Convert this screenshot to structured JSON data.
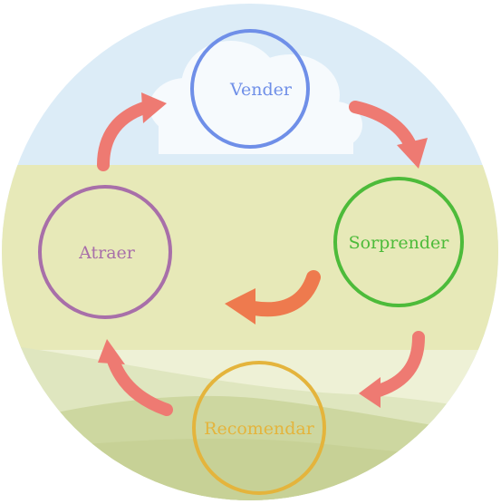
{
  "diagram": {
    "nodes": [
      {
        "id": "vender",
        "label": "Vender",
        "color": "#6f8fe8"
      },
      {
        "id": "sorprender",
        "label": "Sorprender",
        "color": "#4dbb3a"
      },
      {
        "id": "recomendar",
        "label": "Recomendar",
        "color": "#e4b43c"
      },
      {
        "id": "atraer",
        "label": "Atraer",
        "color": "#a86fa9"
      }
    ],
    "cycle_order": [
      "Vender",
      "Sorprender",
      "Recomendar",
      "Atraer"
    ],
    "arrow_color": "#ee7a72",
    "center_arrow_color": "#ee7a4e",
    "background_colors": {
      "sky": "#dcecf7",
      "field": "#e7e9b8",
      "hill_light": "#dfe6bf",
      "hill_dark": "#cdd7a0"
    }
  }
}
